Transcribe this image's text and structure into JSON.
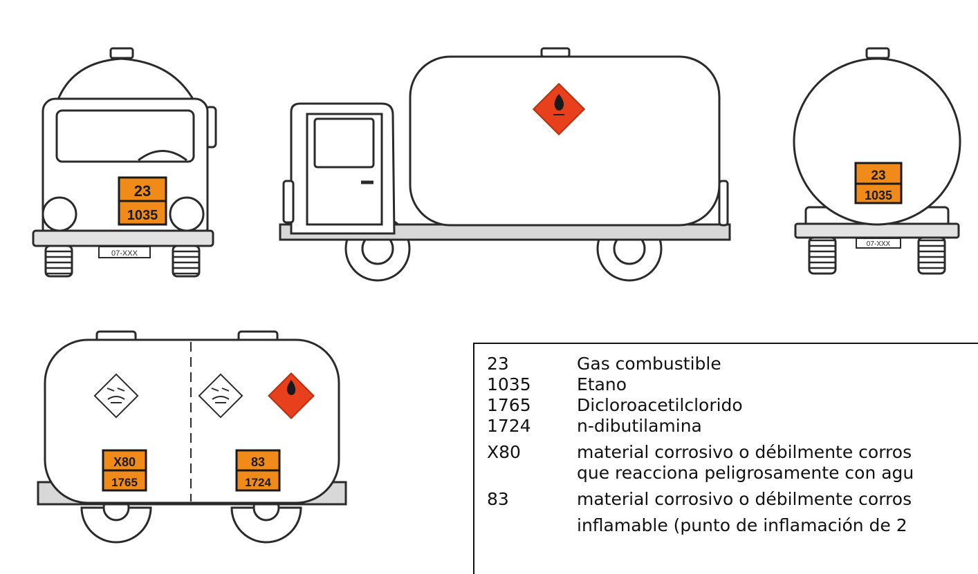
{
  "colors": {
    "line": "#2a2a2a",
    "tank_fill": "#ffffff",
    "chassis_fill": "#d8d8d8",
    "flammable_diamond": "#e8401c",
    "orange_panel": "#f08a18",
    "panel_text": "#1a1a1a"
  },
  "icons": {
    "flammable_symbol": "flame-icon",
    "corrosive_symbol": "corrosive-icon"
  },
  "vehicles": {
    "front_view": {
      "panel_top": "23",
      "panel_bottom": "1035",
      "license_plate": "07-XXX"
    },
    "rear_view": {
      "panel_top": "23",
      "panel_bottom": "1035",
      "license_plate": "07-XXX"
    },
    "trailer": {
      "left_panel_top": "X80",
      "left_panel_bottom": "1765",
      "right_panel_top": "83",
      "right_panel_bottom": "1724"
    }
  },
  "legend": {
    "rows": [
      {
        "code": "23",
        "desc": "Gas combustible"
      },
      {
        "code": "1035",
        "desc": "Etano"
      },
      {
        "code": "1765",
        "desc": "Dicloroacetilclorido"
      },
      {
        "code": "1724",
        "desc": "n-dibutilamina"
      },
      {
        "code": "X80",
        "desc": "material corrosivo o débilmente corros"
      },
      {
        "code": "",
        "desc": "que reacciona peligrosamente con agu"
      },
      {
        "code": "83",
        "desc": "material corrosivo o débilmente corros"
      },
      {
        "code": "",
        "desc": "inflamable (punto de inflamación de 2"
      }
    ]
  }
}
